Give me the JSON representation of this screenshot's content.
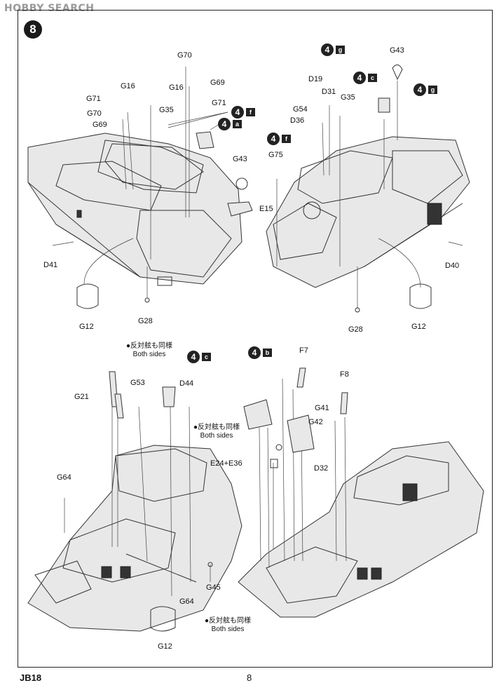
{
  "watermark": "HOBBY SEARCH",
  "step_number": "8",
  "footer": {
    "code": "JB18",
    "page": "8"
  },
  "top_left": {
    "parts": [
      "G70",
      "G16",
      "G16",
      "G69",
      "G71",
      "G71",
      "G70",
      "G69",
      "G35",
      "G43",
      "E15",
      "D41",
      "G12",
      "G28"
    ],
    "refs": [
      {
        "num": "4",
        "letter": "f"
      },
      {
        "num": "4",
        "letter": "a"
      }
    ]
  },
  "top_right": {
    "parts": [
      "G43",
      "D19",
      "D31",
      "G35",
      "G54",
      "D36",
      "G75",
      "D40",
      "G12",
      "G28"
    ],
    "refs": [
      {
        "num": "4",
        "letter": "g"
      },
      {
        "num": "4",
        "letter": "c"
      },
      {
        "num": "4",
        "letter": "g"
      },
      {
        "num": "4",
        "letter": "f"
      }
    ]
  },
  "bottom_left": {
    "parts": [
      "G21",
      "G53",
      "D44",
      "E24+E36",
      "G64",
      "G45",
      "G64",
      "G12"
    ],
    "refs": [
      {
        "num": "4",
        "letter": "c"
      }
    ],
    "notes": [
      {
        "jp": "●反対舷も同様",
        "en": "Both sides"
      },
      {
        "jp": "●反対舷も同様",
        "en": "Both sides"
      },
      {
        "jp": "●反対舷も同様",
        "en": "Both sides"
      }
    ]
  },
  "bottom_right": {
    "parts": [
      "F7",
      "F8",
      "G41",
      "G42",
      "D32"
    ],
    "refs": [
      {
        "num": "4",
        "letter": "b"
      }
    ]
  }
}
